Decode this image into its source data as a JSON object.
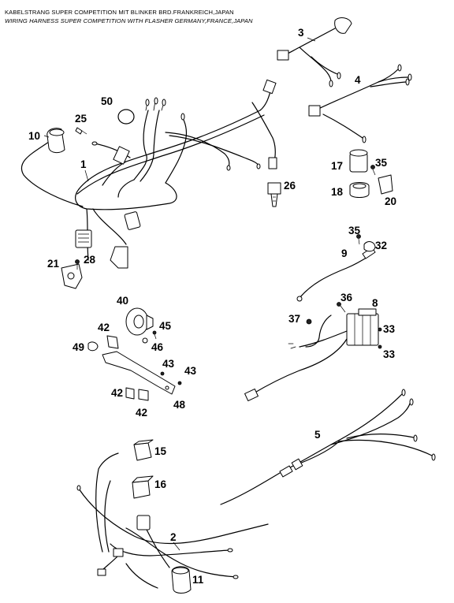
{
  "header": {
    "title_de": "KABELSTRANG SUPER COMPETITION MIT BLINKER BRD.FRANKREICH,JAPAN",
    "title_en": "WIRING HARNESS SUPER COMPETITION WITH FLASHER GERMANY,FRANCE,JAPAN"
  },
  "callouts": {
    "n1": "1",
    "n2": "2",
    "n3": "3",
    "n4": "4",
    "n5": "5",
    "n8": "8",
    "n9": "9",
    "n10": "10",
    "n11": "11",
    "n15": "15",
    "n16": "16",
    "n17": "17",
    "n18": "18",
    "n20": "20",
    "n21": "21",
    "n25": "25",
    "n26": "26",
    "n28": "28",
    "n32": "32",
    "n33a": "33",
    "n33b": "33",
    "n35a": "35",
    "n35b": "35",
    "n36": "36",
    "n37": "37",
    "n40": "40",
    "n42a": "42",
    "n42b": "42",
    "n42c": "42",
    "n43a": "43",
    "n43b": "43",
    "n45": "45",
    "n46": "46",
    "n48": "48",
    "n49": "49",
    "n50": "50"
  }
}
